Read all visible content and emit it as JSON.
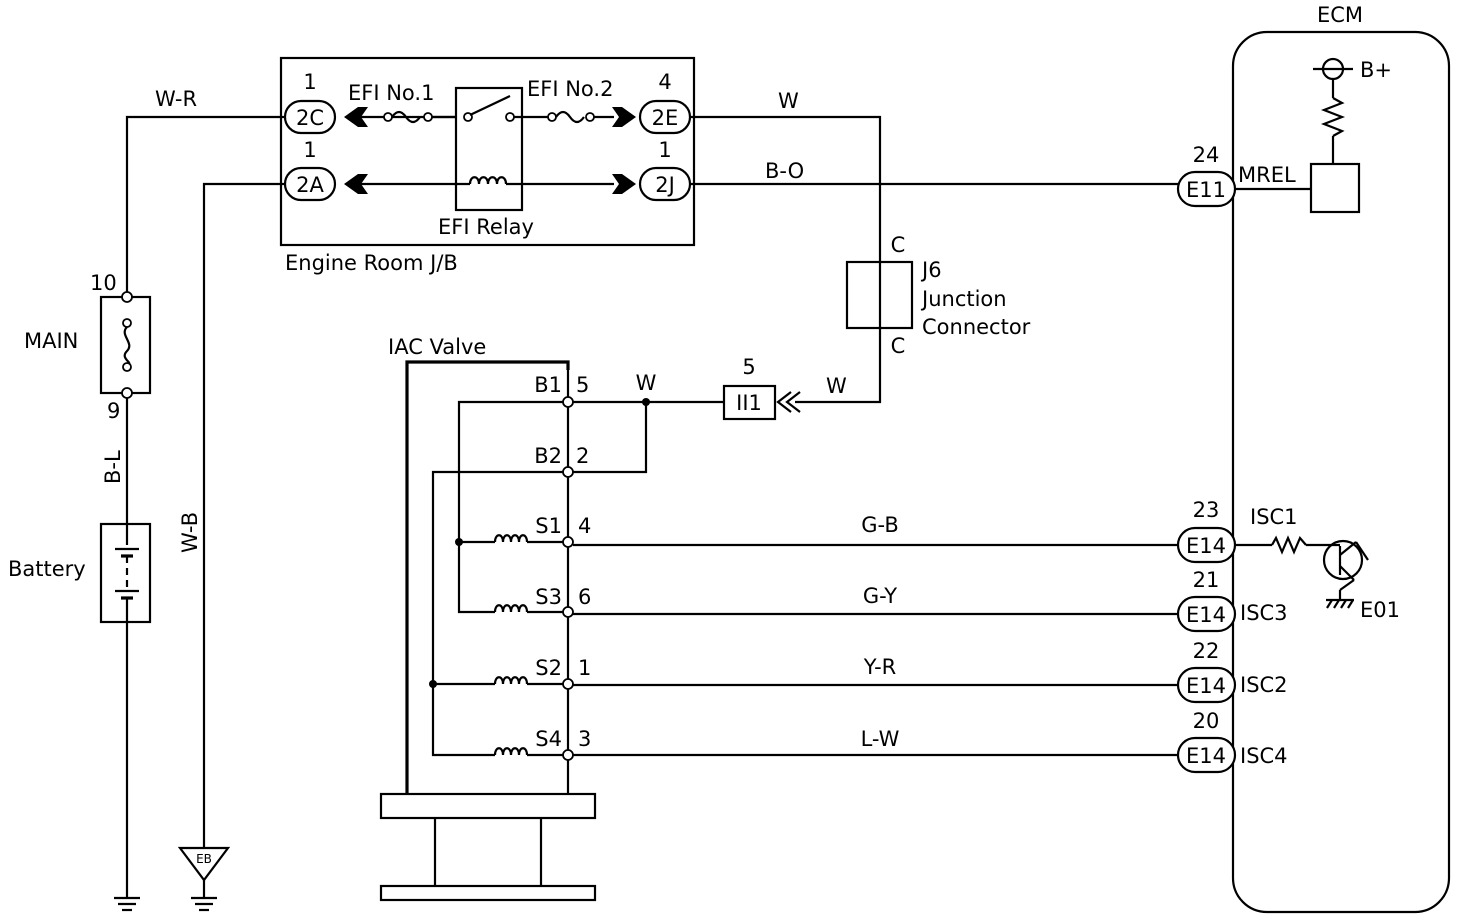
{
  "ecm": {
    "title": "ECM",
    "b_plus": "B+",
    "mrel": "MREL",
    "isc1": "ISC1",
    "isc2": "ISC2",
    "isc3": "ISC3",
    "isc4": "ISC4",
    "e01": "E01"
  },
  "jb": {
    "name": "Engine Room J/B",
    "efi1": "EFI No.1",
    "efi2": "EFI No.2",
    "relay": "EFI Relay",
    "c2c": "2C",
    "c2c_pin": "1",
    "c2a": "2A",
    "c2a_pin": "1",
    "c2e": "2E",
    "c2e_pin": "4",
    "c2j": "2J",
    "c2j_pin": "1"
  },
  "wires": {
    "wr": "W-R",
    "w_top": "W",
    "bo": "B-O",
    "bl": "B-L",
    "wb": "W-B",
    "w_mid": "W",
    "w_ii1": "W",
    "gb": "G-B",
    "gy": "G-Y",
    "yr": "Y-R",
    "lw": "L-W"
  },
  "main_fuse": {
    "label": "MAIN",
    "pin_top": "10",
    "pin_bottom": "9"
  },
  "battery": {
    "label": "Battery"
  },
  "ground": {
    "eb": "EB"
  },
  "junction": {
    "name": "J6",
    "line2": "Junction",
    "line3": "Connector",
    "c_top": "C",
    "c_bottom": "C"
  },
  "ii1": {
    "label": "II1",
    "pin": "5"
  },
  "iac": {
    "title": "IAC Valve",
    "b1": "B1",
    "b1_pin": "5",
    "b2": "B2",
    "b2_pin": "2",
    "s1": "S1",
    "s1_pin": "4",
    "s3": "S3",
    "s3_pin": "6",
    "s2": "S2",
    "s2_pin": "1",
    "s4": "S4",
    "s4_pin": "3"
  },
  "ecm_conn": {
    "e11": "E11",
    "e11_pin": "24",
    "e14a": "E14",
    "e14a_pin": "23",
    "e14b": "E14",
    "e14b_pin": "21",
    "e14c": "E14",
    "e14c_pin": "22",
    "e14d": "E14",
    "e14d_pin": "20"
  }
}
